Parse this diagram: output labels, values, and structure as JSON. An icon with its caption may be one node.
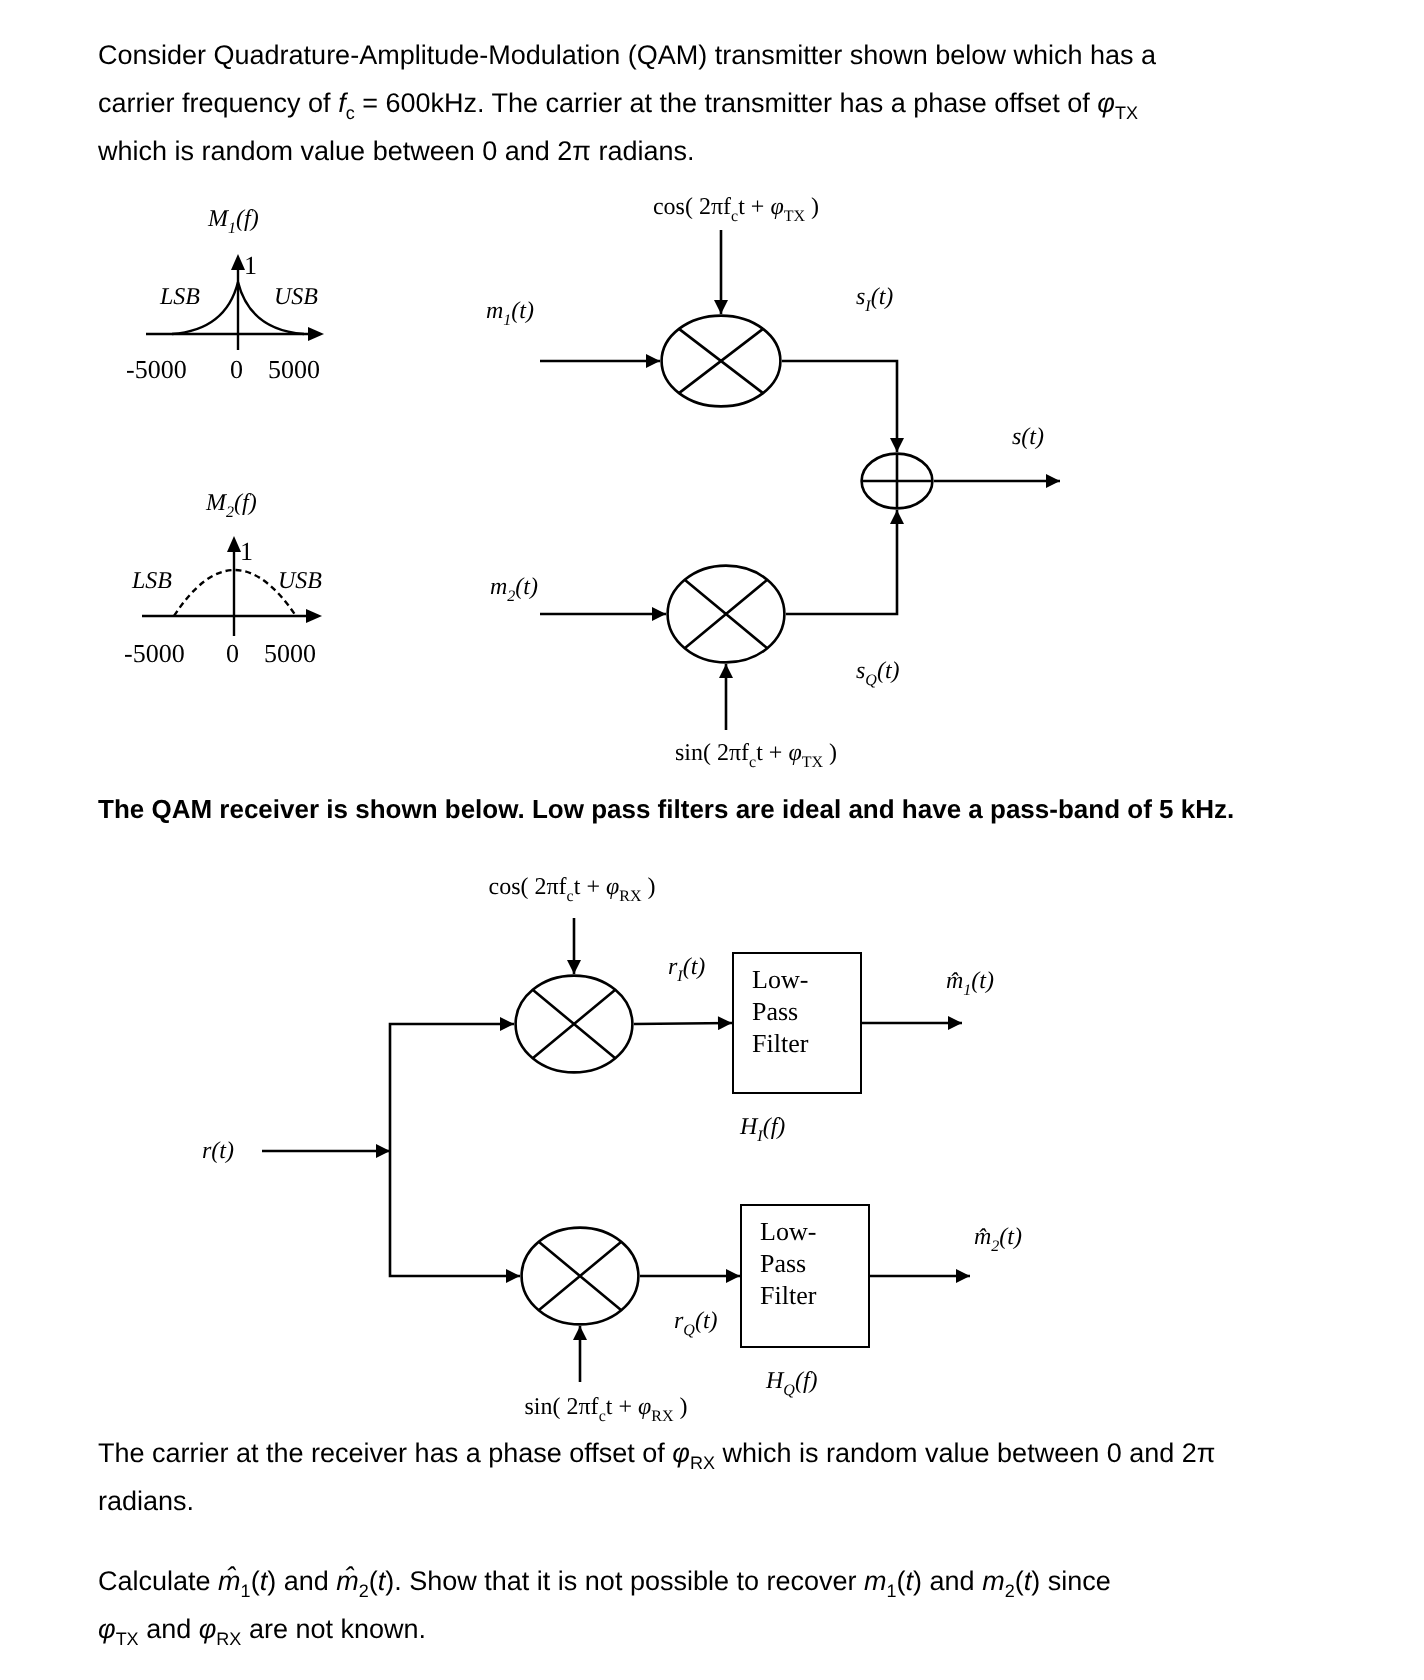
{
  "diagram": {
    "nodes": [
      {
        "text": [
          "cos( 2πf$_{c}$t + *φ*$_{TX}$ )"
        ]
      },
      {
        "text": [],
        "shape": "circle"
      },
      {
        "text": [],
        "shape": "circle"
      },
      {
        "text": [],
        "shape": "circle"
      },
      {
        "text": [
          "sin( 2πf$_{c}$t + *φ*$_{TX}$ )"
        ]
      },
      {
        "text": [
          "cos( 2πf$_{c}$t + *φ*$_{RX}$ )"
        ]
      },
      {
        "text": [],
        "shape": "circle"
      },
      {
        "text": [
          "Low- Pass Filter"
        ],
        "beside": [
          "H$_{I}$(f)"
        ]
      },
      {
        "text": [
          "r(t)"
        ]
      },
      {
        "text": [],
        "shape": "circle"
      },
      {
        "text": [
          "Low- Pass Filter"
        ],
        "beside": [
          "H$_{Q}$(f)"
        ]
      },
      {
        "text": [
          "sin( 2πf$_{c}$t + *φ*$_{RX}$ )"
        ]
      }
    ],
    "edges": [
      {
        "from": null,
        "to": 1,
        "arrow": "to",
        "label": "m$_{1}$(t)"
      },
      {
        "from": 0,
        "to": 1,
        "arrow": "to"
      },
      {
        "from": 1,
        "to": 2,
        "arrow": "to",
        "label": "s$_{I}$(t)"
      },
      {
        "from": null,
        "to": 3,
        "arrow": "to",
        "label": "m$_{2}$(t)"
      },
      {
        "from": 3,
        "to": 2,
        "arrow": "to",
        "label": "s$_{Q}$(t)"
      },
      {
        "from": 4,
        "to": 3,
        "arrow": "to"
      },
      {
        "from": 2,
        "to": null,
        "arrow": "to",
        "label": "s(t)"
      },
      {
        "from": 5,
        "to": 6,
        "arrow": "to"
      },
      {
        "from": 8,
        "to": 6,
        "arrow": "to"
      },
      {
        "from": 8,
        "to": 9,
        "arrow": "to"
      },
      {
        "from": 6,
        "to": 7,
        "arrow": "to",
        "label": "r$_{I}$(t)"
      },
      {
        "from": 7,
        "to": null,
        "arrow": "to",
        "label": "m̂$_{1}$(t)"
      },
      {
        "from": 11,
        "to": 9,
        "arrow": "to"
      },
      {
        "from": 9,
        "to": 10,
        "arrow": "to",
        "label": "r$_{Q}$(t)"
      },
      {
        "from": 10,
        "to": null,
        "arrow": "to",
        "label": "m̂$_{2}$(t)"
      }
    ],
    "labels": [
      "Consider Quadrature-Amplitude-Modulation (QAM) transmitter shown below which has a carrier frequency of *f*$_{c}$ = 600kHz. The carrier at the transmitter has a phase offset of *φ*$_{TX}$ which is random value between 0 and 2π radians.",
      "M$_{1}$(f)",
      "LSB",
      "1",
      "USB",
      "-5000",
      "0",
      "5000",
      "M$_{2}$(f)",
      "LSB",
      "1",
      "USB",
      "-5000",
      "0",
      "5000",
      "The QAM receiver is shown below. Low pass filters are ideal and have a pass-band of 5 kHz.",
      "The carrier at the receiver has a phase offset of *φ*$_{RX}$ which is random value between 0 and 2π radians.",
      "Calculate *m̂*$_{1}$(*t*) and *m̂*$_{2}$(*t*). Show that it is not possible to recover *m*$_{1}$(*t*) and *m*$_{2}$(*t*) since *φ*$_{TX}$ and *φ*$_{RX}$ are not known."
    ]
  }
}
